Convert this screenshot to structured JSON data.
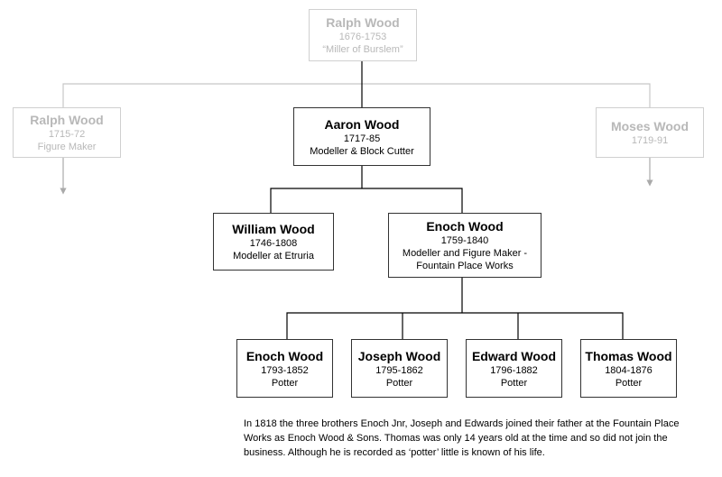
{
  "nodes": {
    "ralph_root": {
      "name": "Ralph Wood",
      "dates": "1676-1753",
      "role": "“Miller of Burslem”"
    },
    "ralph_jr": {
      "name": "Ralph Wood",
      "dates": "1715-72",
      "role": "Figure Maker"
    },
    "aaron": {
      "name": "Aaron Wood",
      "dates": "1717-85",
      "role": "Modeller & Block Cutter"
    },
    "moses": {
      "name": "Moses Wood",
      "dates": "1719-91"
    },
    "william": {
      "name": "William Wood",
      "dates": "1746-1808",
      "role": "Modeller at Etruria"
    },
    "enoch": {
      "name": "Enoch Wood",
      "dates": "1759-1840",
      "role": "Modeller and Figure Maker -",
      "role2": "Fountain Place Works"
    },
    "enoch_jr": {
      "name": "Enoch Wood",
      "dates": "1793-1852",
      "role": "Potter"
    },
    "joseph": {
      "name": "Joseph Wood",
      "dates": "1795-1862",
      "role": "Potter"
    },
    "edward": {
      "name": "Edward Wood",
      "dates": "1796-1882",
      "role": "Potter"
    },
    "thomas": {
      "name": "Thomas Wood",
      "dates": "1804-1876",
      "role": "Potter"
    }
  },
  "note": "In 1818 the three brothers Enoch Jnr, Joseph and Edwards joined their father at the Fountain Place Works as Enoch Wood & Sons.  Thomas was only 14 years old at the time and so did not join the business. Although he is recorded as ‘potter’ little is known of his life.",
  "colors": {
    "line": "#000000",
    "faded_line": "#c8c8c8",
    "faded_text": "#b8b8b8",
    "border": "#333333"
  }
}
